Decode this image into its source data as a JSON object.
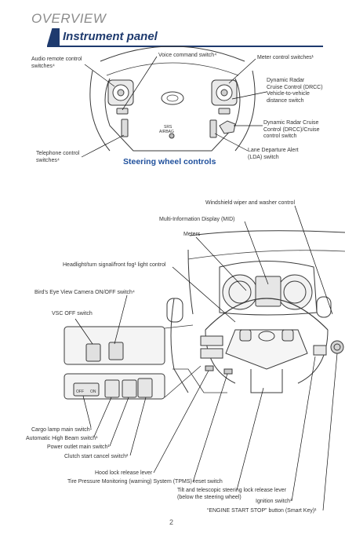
{
  "header": {
    "section": "OVERVIEW",
    "title": "Instrument panel"
  },
  "steering": {
    "caption": "Steering wheel controls",
    "labels": {
      "audio": "Audio remote control\nswitches⁴",
      "voice": "Voice command switch⁴",
      "meter": "Meter control switches¹",
      "drcc_distance": "Dynamic Radar\nCruise Control (DRCC)\nVehicle-to-vehicle\ndistance switch",
      "drcc_cruise": "Dynamic Radar Cruise\nControl (DRCC)/Cruise\ncontrol switch",
      "lda": "Lane Departure Alert\n(LDA) switch",
      "telephone": "Telephone control\nswitches⁴"
    },
    "badge_srs": "SRS",
    "badge_airbag": "AIRBAG"
  },
  "dashboard": {
    "labels": {
      "wiper": "Windshield wiper and washer control",
      "mid": "Multi-Information Display (MID)",
      "meters": "Meters",
      "headlight": "Headlight/turn signal/front fog¹ light control",
      "birdseye": "Bird's Eye View Camera ON/OFF switch⁴",
      "vsc": "VSC OFF switch",
      "cargo": "Cargo lamp main switch¹",
      "ahb": "Automatic High Beam switch¹",
      "outlet": "Power outlet main switch¹",
      "clutch": "Clutch start cancel switch²",
      "hood": "Hood lock release lever",
      "tpms": "Tire Pressure Monitoring (warning) System (TPMS) reset switch",
      "tilt": "Tilt and telescopic steering lock release lever\n(below the steering wheel)",
      "ignition": "Ignition switch³",
      "engine_start": "“ENGINE START STOP” button (Smart Key)¹"
    },
    "switch_text": {
      "off": "OFF",
      "on": "ON"
    }
  },
  "footer": {
    "page": "2"
  }
}
